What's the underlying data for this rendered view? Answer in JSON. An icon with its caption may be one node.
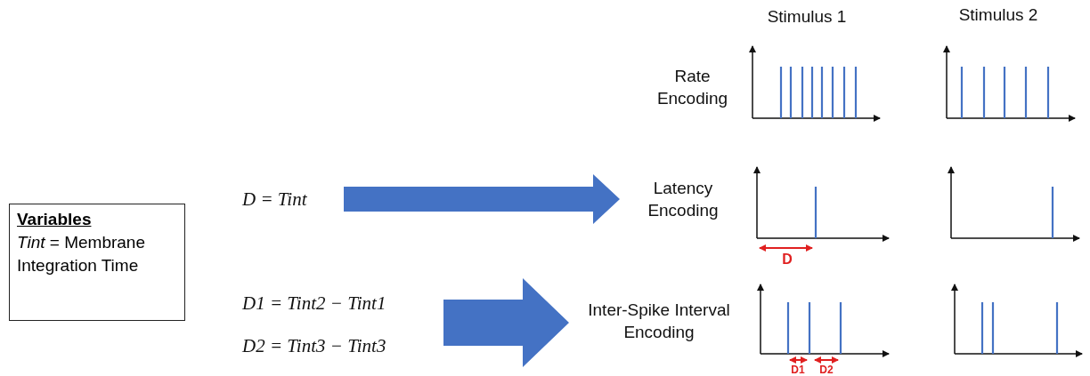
{
  "diagram": {
    "nodes": [
      {
        "text": [
          "Variables",
          "*Tint* = Membrane Integration Time"
        ]
      },
      {
        "text": [
          "D = Tint"
        ]
      },
      {
        "text": [
          "D1 = Tint2 − Tint1"
        ]
      },
      {
        "text": [
          "D2 = Tint3 − Tint3"
        ]
      },
      {
        "text": [
          "Rate Encoding"
        ]
      },
      {
        "text": [
          "Latency Encoding"
        ]
      },
      {
        "text": [
          "Inter-Spike Interval Encoding"
        ]
      }
    ],
    "edges": [
      {
        "from": 1,
        "to": 5,
        "arrow": "to"
      },
      {
        "from": 2,
        "to": 6,
        "arrow": "to"
      },
      {
        "from": 3,
        "to": 6,
        "arrow": "to"
      }
    ],
    "labels": [
      "Stimulus 1",
      "Stimulus 2",
      "D",
      "D1",
      "D2"
    ]
  }
}
